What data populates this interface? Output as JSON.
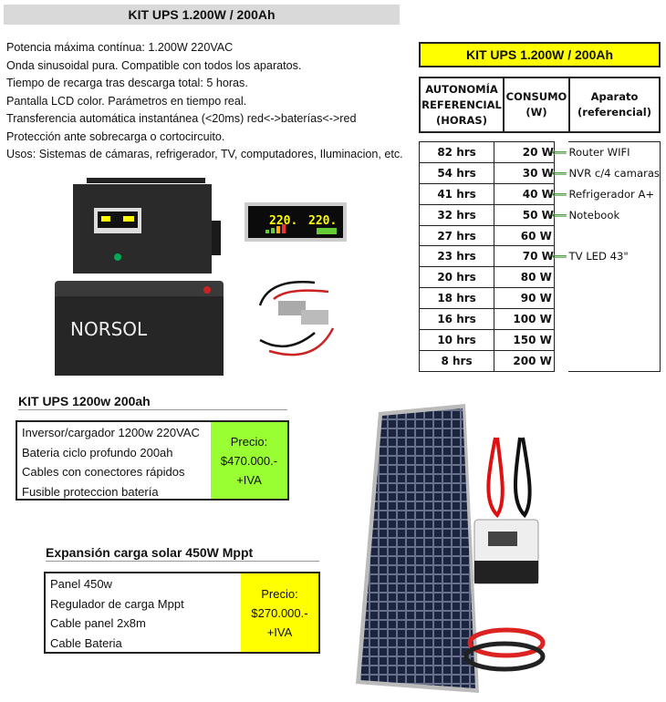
{
  "title": "KIT UPS 1.200W / 200Ah",
  "specs": [
    "Potencia máxima contínua: 1.200W  220VAC",
    "Onda sinusoidal pura. Compatible con todos los aparatos.",
    "Tiempo de recarga tras descarga total: 5 horas.",
    "Pantalla LCD color. Parámetros en tiempo real.",
    "Transferencia automática instantánea (<20ms)  red<->baterías<->red",
    "Protección ante sobrecarga o cortocircuito.",
    "Usos: Sistemas de cámaras, refrigerador, TV, computadores, Iluminacion, etc."
  ],
  "table": {
    "title": "KIT UPS 1.200W / 200Ah",
    "headers": {
      "hours": [
        "AUTONOMÍA",
        "REFERENCIAL",
        "(HORAS)"
      ],
      "consumption": [
        "CONSUMO",
        "(W)"
      ],
      "device": [
        "Aparato",
        "(referencial)"
      ]
    },
    "rows": [
      {
        "hours": "82 hrs",
        "watts": "20 W",
        "device": "Router WIFI"
      },
      {
        "hours": "54 hrs",
        "watts": "30 W",
        "device": "NVR c/4 camaras"
      },
      {
        "hours": "41 hrs",
        "watts": "40 W",
        "device": "Refrigerador A+"
      },
      {
        "hours": "32 hrs",
        "watts": "50 W",
        "device": "Notebook"
      },
      {
        "hours": "27 hrs",
        "watts": "60 W",
        "device": ""
      },
      {
        "hours": "23 hrs",
        "watts": "70 W",
        "device": "TV LED 43\""
      },
      {
        "hours": "20 hrs",
        "watts": "80 W",
        "device": ""
      },
      {
        "hours": "18 hrs",
        "watts": "90 W",
        "device": ""
      },
      {
        "hours": "16 hrs",
        "watts": "100 W",
        "device": ""
      },
      {
        "hours": "10 hrs",
        "watts": "150 W",
        "device": ""
      },
      {
        "hours": "8 hrs",
        "watts": "200 W",
        "device": ""
      }
    ]
  },
  "product_images": {
    "lcd_reading": "220.",
    "battery_brand": "NORSOL"
  },
  "kit_ups": {
    "title": "KIT UPS 1200w 200ah",
    "items": [
      "Inversor/cargador 1200w 220VAC",
      "Bateria ciclo profundo 200ah",
      "Cables con conectores rápidos",
      "Fusible proteccion batería"
    ],
    "price_label": "Precio:",
    "price": "$470.000.-",
    "tax": "+IVA",
    "color": "#99ff33"
  },
  "solar_expansion": {
    "title": "Expansión carga solar 450W Mppt",
    "items": [
      "Panel 450w",
      "Regulador de carga Mppt",
      "Cable panel 2x8m",
      "Cable Bateria"
    ],
    "price_label": "Precio:",
    "price": "$270.000.-",
    "tax": "+IVA",
    "color": "#ffff00"
  }
}
